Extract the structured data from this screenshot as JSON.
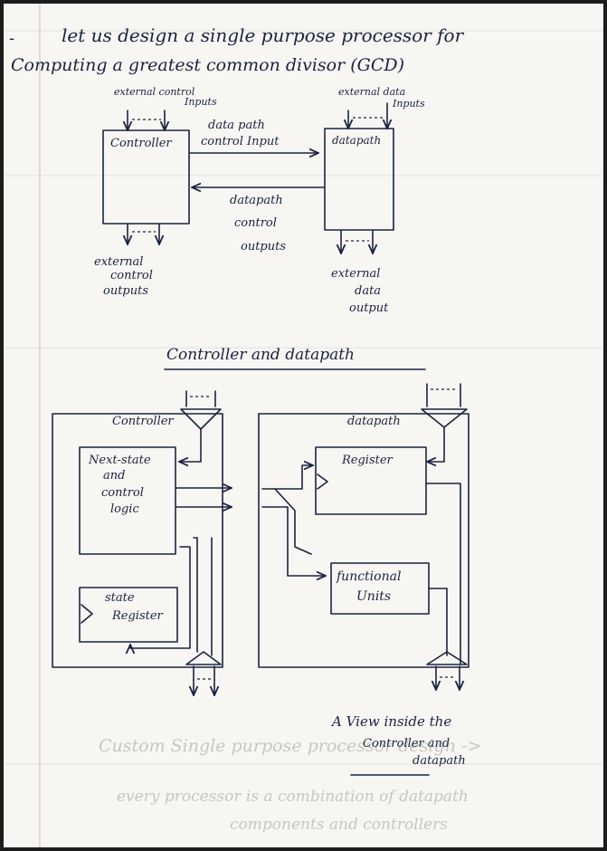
{
  "header": {
    "line1": "let us design a single purpose processor for",
    "line2": "Computing a greatest common divisor (GCD)"
  },
  "diagram1": {
    "ext_control_inputs": [
      "external control",
      "Inputs"
    ],
    "ext_data_inputs": [
      "external data",
      "Inputs"
    ],
    "controller_label": "Controller",
    "datapath_label": "datapath",
    "dp_control_input": [
      "data path",
      "control Input"
    ],
    "dp_control_outputs": [
      "datapath",
      "control",
      "outputs"
    ],
    "ext_control_outputs": [
      "external",
      "control",
      "outputs"
    ],
    "ext_data_output": [
      "external",
      "data",
      "output"
    ],
    "caption": "Controller and datapath"
  },
  "diagram2": {
    "controller_label": "Controller",
    "datapath_label": "datapath",
    "next_state": [
      "Next-state",
      "and",
      "control",
      "logic"
    ],
    "state_register": [
      "state",
      "Register"
    ],
    "register_label": "Register",
    "functional_units": [
      "functional",
      "Units"
    ],
    "caption": [
      "A View inside the",
      "Controller and",
      "datapath"
    ]
  },
  "ghost_text": {
    "line1": "Custom Single purpose processor design ->",
    "line2": "every processor is a combination of datapath",
    "line3": "components and controllers"
  }
}
